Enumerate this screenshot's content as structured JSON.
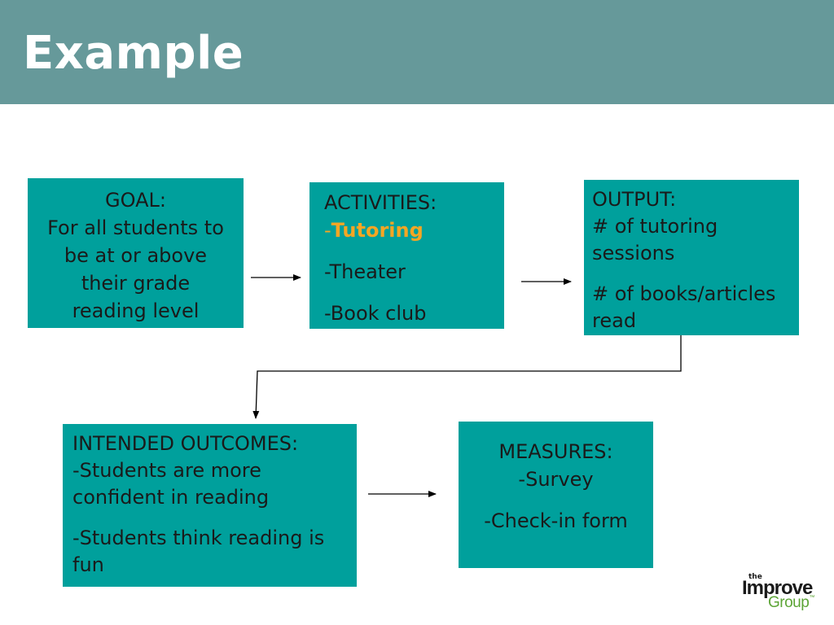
{
  "header": {
    "title": "Example"
  },
  "boxes": {
    "goal": {
      "heading": "GOAL:",
      "lines": [
        "For all students to",
        "be at or above",
        "their grade",
        "reading level"
      ]
    },
    "activities": {
      "heading": "ACTIVITIES:",
      "dash": "-",
      "highlight": "Tutoring",
      "item2": "-Theater",
      "item3": "-Book club"
    },
    "output": {
      "heading": "OUTPUT:",
      "line1": "# of tutoring",
      "line2": "sessions",
      "line3": "# of books/articles",
      "line4": "read"
    },
    "outcomes": {
      "heading": "INTENDED OUTCOMES:",
      "line1": "-Students are more",
      "line2": "confident in reading",
      "line3": "-Students think reading is",
      "line4": "fun"
    },
    "measures": {
      "heading": "MEASURES:",
      "item1": "-Survey",
      "item2": "-Check-in form"
    }
  },
  "logo": {
    "small": "the",
    "word1": "Improve",
    "word2": "Group",
    "tm": "™"
  },
  "colors": {
    "header": "#66999a",
    "box": "#00a09c",
    "highlight": "#f5a623",
    "logo_green": "#5da537"
  }
}
